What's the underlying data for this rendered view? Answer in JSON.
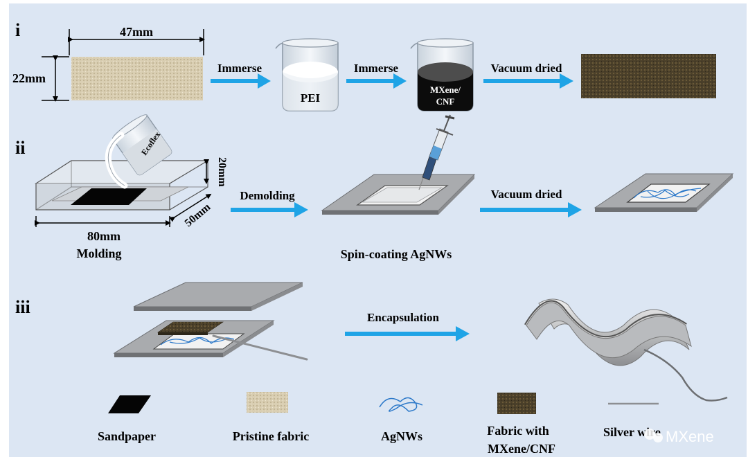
{
  "rows": {
    "i": {
      "label": "i",
      "width_label": "47mm",
      "height_label": "22mm",
      "step1": "Immerse",
      "beaker1": "PEI",
      "step2": "Immerse",
      "beaker2_line1": "MXene/",
      "beaker2_line2": "CNF",
      "step3": "Vacuum dried"
    },
    "ii": {
      "label": "ii",
      "beaker": "Ecoflex",
      "depth_label": "20mm",
      "width_label": "50mm",
      "length_label": "80mm",
      "molding": "Molding",
      "step1": "Demolding",
      "spin": "Spin-coating AgNWs",
      "step2": "Vacuum dried"
    },
    "iii": {
      "label": "iii",
      "step": "Encapsulation"
    }
  },
  "legend": {
    "sandpaper": "Sandpaper",
    "pristine": "Pristine fabric",
    "agnws": "AgNWs",
    "fabric_line1": "Fabric with",
    "fabric_line2": "MXene/CNF",
    "silver": "Silver wire"
  },
  "watermark": "MXene",
  "colors": {
    "background": "#dce6f3",
    "arrow": "#1fa4e6",
    "fabric": "#d8cdb0",
    "coated_fabric": "#4a3f2a",
    "sheet": "#a9abae",
    "wire": "#2b78c9"
  }
}
